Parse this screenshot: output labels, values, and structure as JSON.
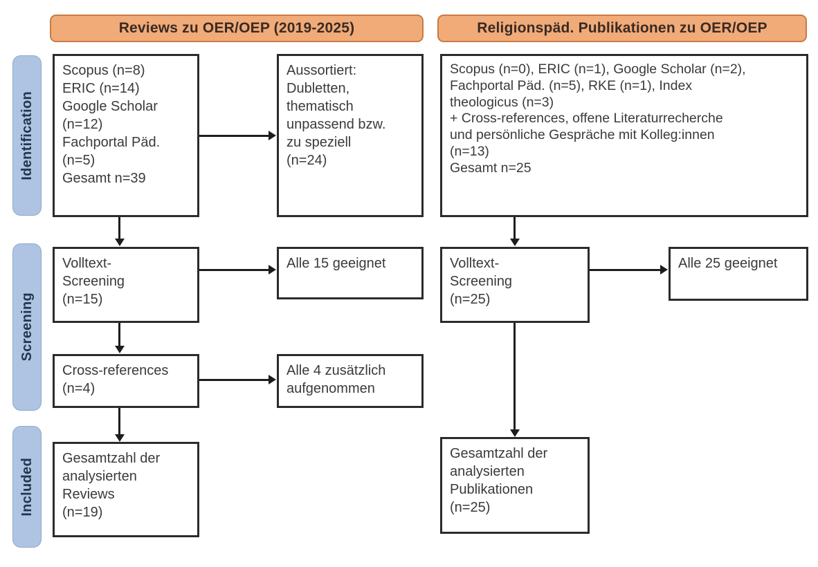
{
  "diagram": {
    "type": "prisma-flow-diagram",
    "columns": [
      {
        "id": "reviews",
        "header": "Reviews zu OER/OEP (2019-2025)"
      },
      {
        "id": "religionspaed",
        "header": "Religionspäd. Publikationen zu OER/OEP"
      }
    ],
    "stages": [
      {
        "id": "identification",
        "label": "Identification"
      },
      {
        "id": "screening",
        "label": "Screening"
      },
      {
        "id": "included",
        "label": "Included"
      }
    ],
    "boxes": {
      "left_identification": "Scopus (n=8)\nERIC (n=14)\nGoogle Scholar\n(n=12)\nFachportal Päd.\n(n=5)\nGesamt n=39",
      "left_excluded": "Aussortiert:\nDubletten,\nthematisch\nunpassend bzw.\nzu speziell\n(n=24)",
      "left_screening": "Volltext-\nScreening\n(n=15)",
      "left_screening_result": "Alle 15 geeignet",
      "left_crossrefs": "Cross-references\n(n=4)",
      "left_crossrefs_result": "Alle 4 zusätzlich\naufgenommen",
      "left_included": "Gesamtzahl der\nanalysierten\nReviews\n(n=19)",
      "right_identification": "Scopus (n=0), ERIC (n=1), Google Scholar (n=2),\nFachportal Päd. (n=5), RKE (n=1), Index\ntheologicus (n=3)\n+ Cross-references, offene Literaturrecherche\nund persönliche Gespräche mit Kolleg:innen\n(n=13)\nGesamt n=25",
      "right_screening": "Volltext-\nScreening\n(n=25)",
      "right_screening_result": "Alle 25 geeignet",
      "right_included": "Gesamtzahl der\nanalysierten\nPublikationen\n(n=25)"
    },
    "counts": {
      "left_scopus": 8,
      "left_eric": 14,
      "left_google_scholar": 12,
      "left_fachportal": 5,
      "left_total_identified": 39,
      "left_excluded": 24,
      "left_fulltext_screened": 15,
      "left_fulltext_eligible": 15,
      "left_crossrefs": 4,
      "left_crossrefs_added": 4,
      "left_included": 19,
      "right_scopus": 0,
      "right_eric": 1,
      "right_google_scholar": 2,
      "right_fachportal": 5,
      "right_rke": 1,
      "right_index_theologicus": 3,
      "right_other_sources": 13,
      "right_total_identified": 25,
      "right_fulltext_screened": 25,
      "right_fulltext_eligible": 25,
      "right_included": 25
    },
    "colors": {
      "header_fill": "#f0ab79",
      "header_border": "#c87b45",
      "stage_fill": "#aec4e2",
      "stage_border": "#8fa8cc",
      "box_border": "#2b2b2b",
      "text": "#3a3a3a",
      "connector": "#1d1d1d",
      "background": "#ffffff"
    }
  }
}
